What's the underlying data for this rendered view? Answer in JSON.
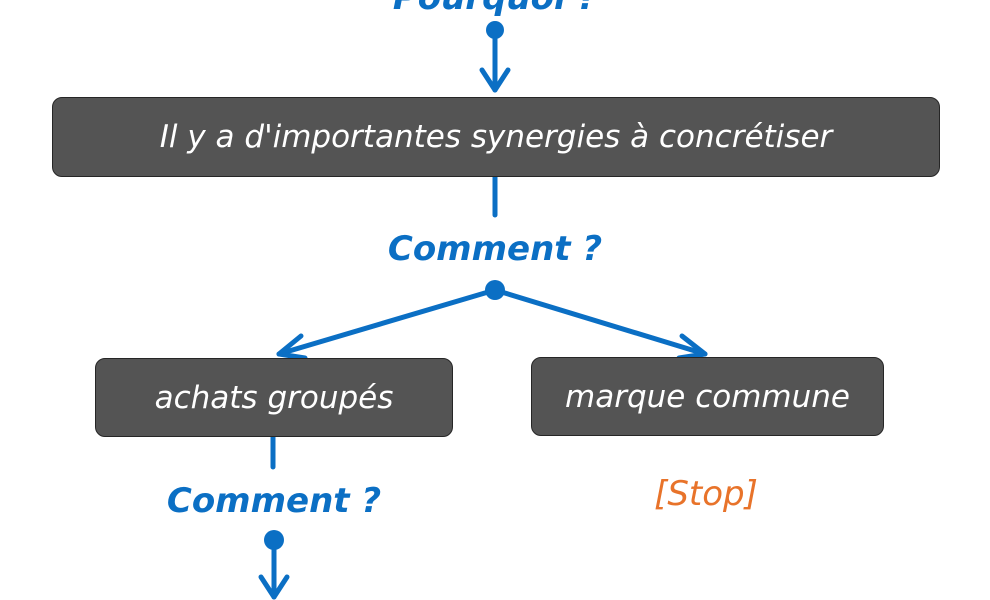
{
  "colors": {
    "accent": "#0B6FC4",
    "box_fill": "#545454",
    "box_border": "#262626",
    "box_text": "#ffffff",
    "stop_text": "#E8732A"
  },
  "top_question": "Pourquoi ?",
  "main_box": "Il y a d'importantes synergies à concrétiser",
  "question_1": "Comment ?",
  "left_box": "achats groupés",
  "right_box": "marque commune",
  "question_2": "Comment ?",
  "stop_label": "[Stop]"
}
